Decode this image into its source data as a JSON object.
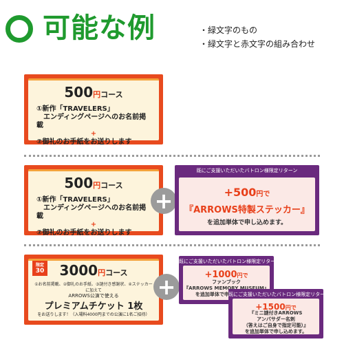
{
  "header": {
    "title": "可能な例",
    "notes": [
      "・緑文字のもの",
      "・緑文字と赤文字の組み合わせ"
    ]
  },
  "course500": {
    "price": "500",
    "unit": "円",
    "label": "コース",
    "item1_line1": "①新作「TRAVELERS」",
    "item1_line2": "エンディングページへのお名前掲載",
    "plus": "+",
    "item2": "②御礼のお手紙をお送りします"
  },
  "plus_symbol": "+",
  "return_sticker": {
    "header": "既にご支援いただいたバトロン様限定リターン",
    "price": "+500",
    "unit": "円で",
    "item": "『ARROWS特製ステッカー』",
    "note": "を追加単体で申し込めます。"
  },
  "course3000": {
    "badge_top": "限定",
    "badge_num": "30",
    "price": "3000",
    "unit": "円",
    "label": "コース",
    "items": "①お名前掲載、②御礼のお手紙、③謎付き感謝状、④ステッカー",
    "added": "に加えて",
    "arrows_public": "ARROWS公演で使える",
    "ticket": "プレミアムチケット 1枚",
    "send": "をお送りします！（入場料4000円までの公演に1名ご招待）"
  },
  "return_book": {
    "header": "既にご支援いただいたバトロン様限定リターン",
    "price": "+1000",
    "unit": "円で",
    "line1": "ファンブック",
    "line2": "『ARROWS MEMORY MUSEUM』",
    "line3": "を追加単体で申し込めます。"
  },
  "return_ambassador": {
    "header": "既にご支援いただいたバトロン様限定リターン",
    "price": "+1500",
    "unit": "円で",
    "line1": "『ミニ謎付きARROWS",
    "line2": "アンバサダー名刺",
    "line3": "（答えはご自身で指定可能）』",
    "line4": "を追加単体で申し込めます。"
  }
}
